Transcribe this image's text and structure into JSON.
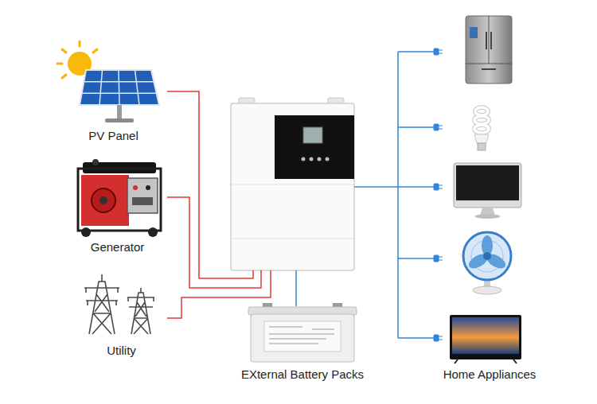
{
  "diagram": {
    "nodes": [
      {
        "text": [
          "PV Panel"
        ]
      },
      {
        "text": [
          "Generator"
        ]
      },
      {
        "text": [
          "Utility"
        ]
      },
      {
        "text": []
      },
      {
        "text": [
          "EXternal Battery Packs"
        ]
      },
      {
        "text": [
          "Home Appliances"
        ]
      }
    ],
    "edges": [
      {
        "from": 0,
        "to": 3,
        "arrow": "none"
      },
      {
        "from": 1,
        "to": 3,
        "arrow": "none"
      },
      {
        "from": 2,
        "to": 3,
        "arrow": "none"
      },
      {
        "from": 3,
        "to": 4,
        "arrow": "none"
      },
      {
        "from": 3,
        "to": 5,
        "arrow": "none"
      }
    ]
  }
}
